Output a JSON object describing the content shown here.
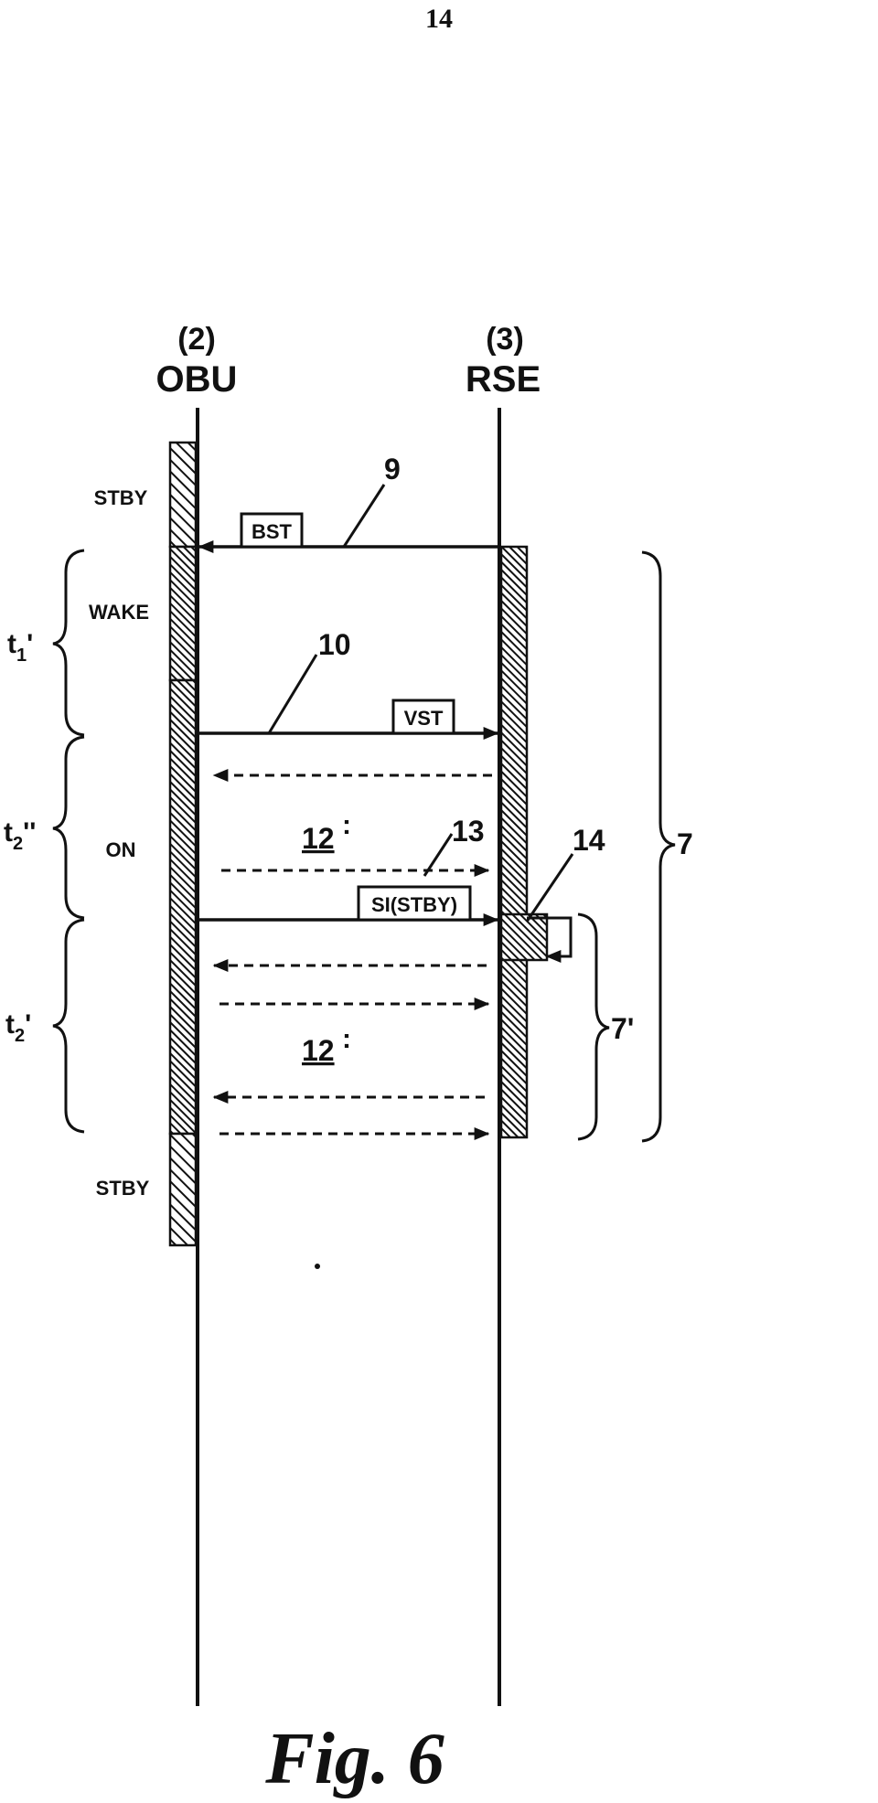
{
  "page_number": "14",
  "figure_caption": "Fig. 6",
  "obu": {
    "ref": "(2)",
    "name": "OBU"
  },
  "rse": {
    "ref": "(3)",
    "name": "RSE"
  },
  "obu_states": {
    "stby_top": "STBY",
    "wake": "WAKE",
    "on": "ON",
    "stby_bottom": "STBY"
  },
  "intervals": {
    "t1p": {
      "base": "t",
      "sub": "1",
      "prime": "'"
    },
    "t2pp": {
      "base": "t",
      "sub": "2",
      "prime": "''"
    },
    "t2p": {
      "base": "t",
      "sub": "2",
      "prime": "'"
    }
  },
  "messages": {
    "bst": "BST",
    "vst": "VST",
    "si": "SI(STBY)"
  },
  "exchange_label": "12",
  "references": {
    "r9": "9",
    "r10": "10",
    "r13": "13",
    "r14": "14",
    "r7": "7",
    "r7p": "7'"
  }
}
